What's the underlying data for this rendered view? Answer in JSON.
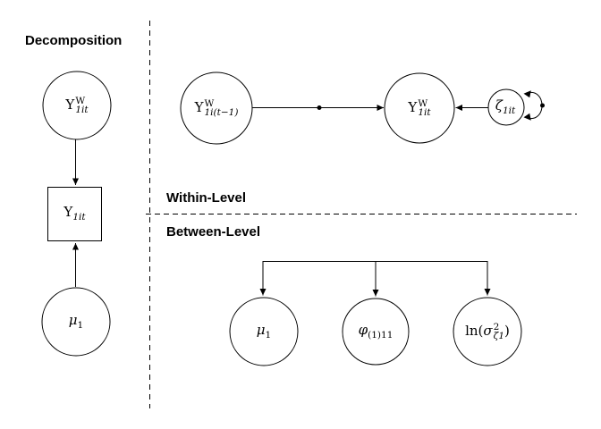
{
  "canvas": {
    "background": "#ffffff",
    "line_color": "#000000",
    "text_color": "#000000"
  },
  "decomposition": {
    "title": "Decomposition",
    "latent": {
      "base": "Y",
      "sup": "W",
      "sub": "1it"
    },
    "observed": {
      "base": "Y",
      "sub": "1it"
    },
    "mean": {
      "base": "μ",
      "sub": "1"
    }
  },
  "within": {
    "section_label": "Within-Level",
    "lag": {
      "base": "Y",
      "sup": "W",
      "sub": "1i(t−1)"
    },
    "current": {
      "base": "Y",
      "sup": "W",
      "sub": "1it"
    },
    "residual": {
      "base": "ζ",
      "sub": "1it"
    }
  },
  "between": {
    "section_label": "Between-Level",
    "mean": {
      "base": "μ",
      "sub": "1"
    },
    "ar": {
      "base": "φ",
      "sub": "(1)11"
    },
    "logvar": {
      "pre": "ln(",
      "base": "σ",
      "sup": "2",
      "sub": "ζ1",
      "post": ")"
    }
  },
  "edges": [
    {
      "from": "decomposition.latent",
      "to": "decomposition.observed",
      "type": "directed-arrow"
    },
    {
      "from": "decomposition.mean",
      "to": "decomposition.observed",
      "type": "directed-arrow"
    },
    {
      "from": "within.lag",
      "to": "within.current",
      "type": "directed-arrow-with-random-effect-dot"
    },
    {
      "from": "within.residual",
      "to": "within.current",
      "type": "directed-arrow"
    },
    {
      "from": "within.residual",
      "to": "within.residual",
      "type": "variance-loop-with-random-effect-dot"
    },
    {
      "from": "within-branch",
      "to": "between.mean",
      "type": "directed-arrow"
    },
    {
      "from": "within-branch",
      "to": "between.ar",
      "type": "directed-arrow"
    },
    {
      "from": "within-branch",
      "to": "between.logvar",
      "type": "directed-arrow"
    }
  ]
}
